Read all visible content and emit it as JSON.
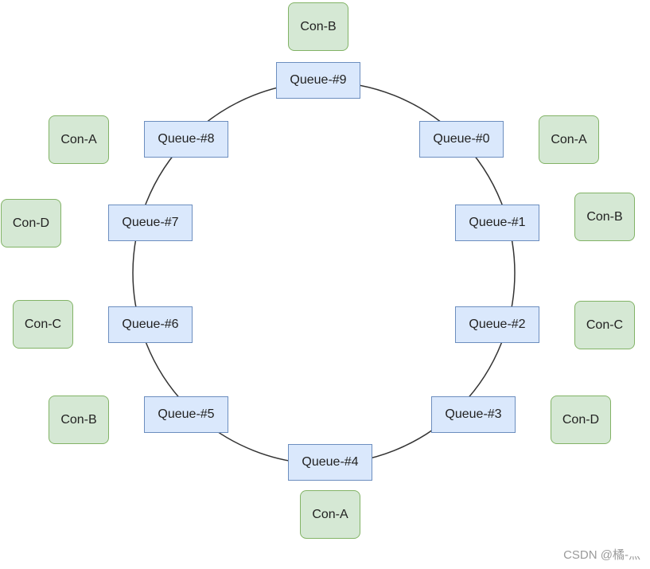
{
  "queues": [
    {
      "label": "Queue-#0"
    },
    {
      "label": "Queue-#1"
    },
    {
      "label": "Queue-#2"
    },
    {
      "label": "Queue-#3"
    },
    {
      "label": "Queue-#4"
    },
    {
      "label": "Queue-#5"
    },
    {
      "label": "Queue-#6"
    },
    {
      "label": "Queue-#7"
    },
    {
      "label": "Queue-#8"
    },
    {
      "label": "Queue-#9"
    }
  ],
  "consumers": [
    {
      "label": "Con-A",
      "queue": "Queue-#0"
    },
    {
      "label": "Con-B",
      "queue": "Queue-#1"
    },
    {
      "label": "Con-C",
      "queue": "Queue-#2"
    },
    {
      "label": "Con-D",
      "queue": "Queue-#3"
    },
    {
      "label": "Con-A",
      "queue": "Queue-#4"
    },
    {
      "label": "Con-B",
      "queue": "Queue-#5"
    },
    {
      "label": "Con-C",
      "queue": "Queue-#6"
    },
    {
      "label": "Con-D",
      "queue": "Queue-#7"
    },
    {
      "label": "Con-A",
      "queue": "Queue-#8"
    },
    {
      "label": "Con-B",
      "queue": "Queue-#9"
    }
  ],
  "colors": {
    "queue_fill": "#dae8fc",
    "queue_border": "#6c8ebf",
    "consumer_fill": "#d5e8d4",
    "consumer_border": "#82b366",
    "ring_stroke": "#333333"
  },
  "watermark": "CSDN @橘-灬"
}
